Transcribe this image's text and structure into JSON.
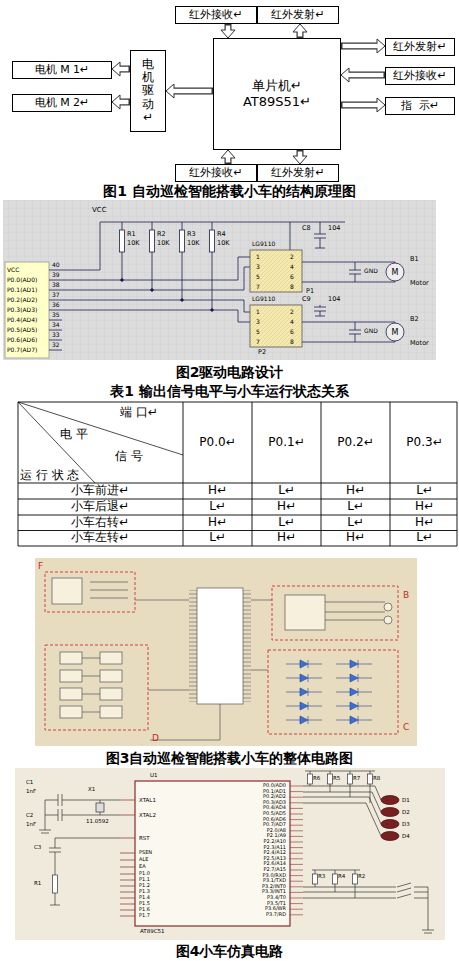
{
  "diagram": {
    "nodes": [
      {
        "text": [
          "红外接收↵"
        ]
      },
      {
        "text": [
          "红外发射↵"
        ]
      },
      {
        "text": [
          "单片机↵",
          "AT89S51↵"
        ]
      },
      {
        "text": [
          "电机驱动↵"
        ]
      },
      {
        "text": [
          "电机 M 1↵"
        ]
      },
      {
        "text": [
          "电机 M 2↵"
        ]
      },
      {
        "text": [
          "红外发射↵"
        ]
      },
      {
        "text": [
          "红外接收↵"
        ]
      },
      {
        "text": [
          "指  示↵"
        ]
      },
      {
        "text": [
          "红外接收↵"
        ]
      },
      {
        "text": [
          "红外发射↵"
        ]
      }
    ],
    "edges": [
      {
        "from": 0,
        "to": 2,
        "arrow": "to"
      },
      {
        "from": 2,
        "to": 1,
        "arrow": "to"
      },
      {
        "from": 2,
        "to": 6,
        "arrow": "to"
      },
      {
        "from": 7,
        "to": 2,
        "arrow": "to"
      },
      {
        "from": 2,
        "to": 8,
        "arrow": "to"
      },
      {
        "from": 9,
        "to": 2,
        "arrow": "to"
      },
      {
        "from": 2,
        "to": 10,
        "arrow": "to"
      },
      {
        "from": 2,
        "to": 3,
        "arrow": "to"
      },
      {
        "from": 3,
        "to": 4,
        "arrow": "to"
      },
      {
        "from": 3,
        "to": 5,
        "arrow": "to"
      }
    ],
    "labels": [
      "图1 自动巡检智能搭载小车的结构原理图",
      "VCC",
      "R1",
      "R2",
      "R3",
      "R4",
      "10K",
      "10K",
      "10K",
      "10K",
      "C8",
      "104",
      "LG9110",
      "1",
      "2",
      "3",
      "4",
      "5",
      "6",
      "7",
      "8",
      "P1",
      "C9",
      "104",
      "LG9110",
      "1",
      "2",
      "3",
      "4",
      "5",
      "6",
      "7",
      "8",
      "P2",
      "B1",
      "Motor",
      "B2",
      "Motor",
      "GND",
      "GND",
      "M",
      "M",
      "VCC",
      "P0.0(AD0)",
      "P0.1(AD1)",
      "P0.2(AD2)",
      "P0.3(AD3)",
      "P0.4(AD4)",
      "P0.5(AD5)",
      "P0.6(AD6)",
      "P0.7(AD7)",
      "40",
      "39",
      "38",
      "37",
      "36",
      "35",
      "34",
      "33",
      "32",
      "图2驱动电路设计",
      "表1 输出信号电平与小车运行状态关系",
      "端 口↵",
      "电 平",
      "信 号",
      "运 行 状 态",
      "P0.0↵",
      "P0.1↵",
      "P0.2↵",
      "P0.3↵",
      "小车前进↵",
      "H↵",
      "L↵",
      "H↵",
      "L↵",
      "小车后退↵",
      "L↵",
      "H↵",
      "L↵",
      "H↵",
      "小车右转↵",
      "H↵",
      "L↵",
      "L↵",
      "H↵",
      "小车左转↵",
      "L↵",
      "H↵",
      "H↵",
      "L↵",
      "F",
      "B",
      "C",
      "D",
      "图3自动巡检智能搭载小车的整体电路图",
      "C1",
      "1nF",
      "C2",
      "1nF",
      "X1",
      "11.0592",
      "C3",
      "R1",
      "U1",
      "XTAL1",
      "XTAL2",
      "RST",
      "PSEN",
      "ALE",
      "EA",
      "P1.0",
      "P1.1",
      "P1.2",
      "P1.3",
      "P1.4",
      "P1.5",
      "P1.6",
      "P1.7",
      "P0.0/AD0",
      "P0.1/AD1",
      "P0.2/AD2",
      "P0.3/AD3",
      "P0.4/AD4",
      "P0.5/AD5",
      "P0.6/AD6",
      "P0.7/AD7",
      "P2.0/A8",
      "P2.1/A9",
      "P2.2/A10",
      "P2.3/A11",
      "P2.4/A12",
      "P2.5/A13",
      "P2.6/A14",
      "P2.7/A15",
      "P3.0/RXD",
      "P3.1/TXD",
      "P3.2/INT0",
      "P3.3/INT1",
      "P3.4/T0",
      "P3.5/T1",
      "P3.6/WR",
      "P3.7/RD",
      "AT89C51",
      "R6",
      "R5",
      "R7",
      "R8",
      "D1",
      "D2",
      "D3",
      "D4",
      "R3",
      "R4",
      "R2",
      "图4小车仿真电路"
    ]
  }
}
